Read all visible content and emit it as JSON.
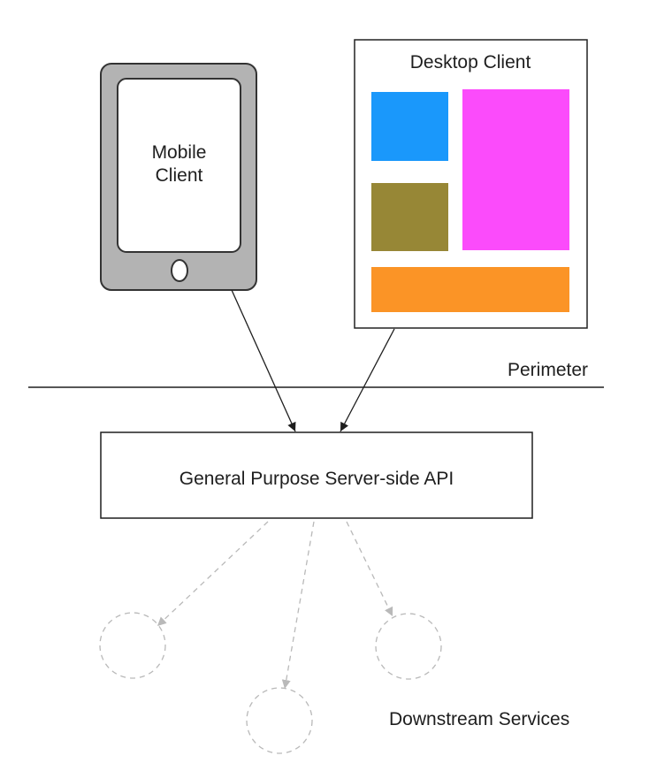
{
  "mobile": {
    "label": "Mobile\nClient"
  },
  "desktop": {
    "title": "Desktop Client"
  },
  "perimeter": {
    "label": "Perimeter"
  },
  "api": {
    "label": "General Purpose Server-side API"
  },
  "downstream": {
    "label": "Downstream Services"
  },
  "colors": {
    "device_body": "#b3b3b3",
    "panel_blue": "#1a98fb",
    "panel_magenta": "#fb4bfb",
    "panel_olive": "#978736",
    "panel_orange": "#fb9426",
    "line": "#1e1e1e",
    "dashed": "#b9b9b9"
  }
}
